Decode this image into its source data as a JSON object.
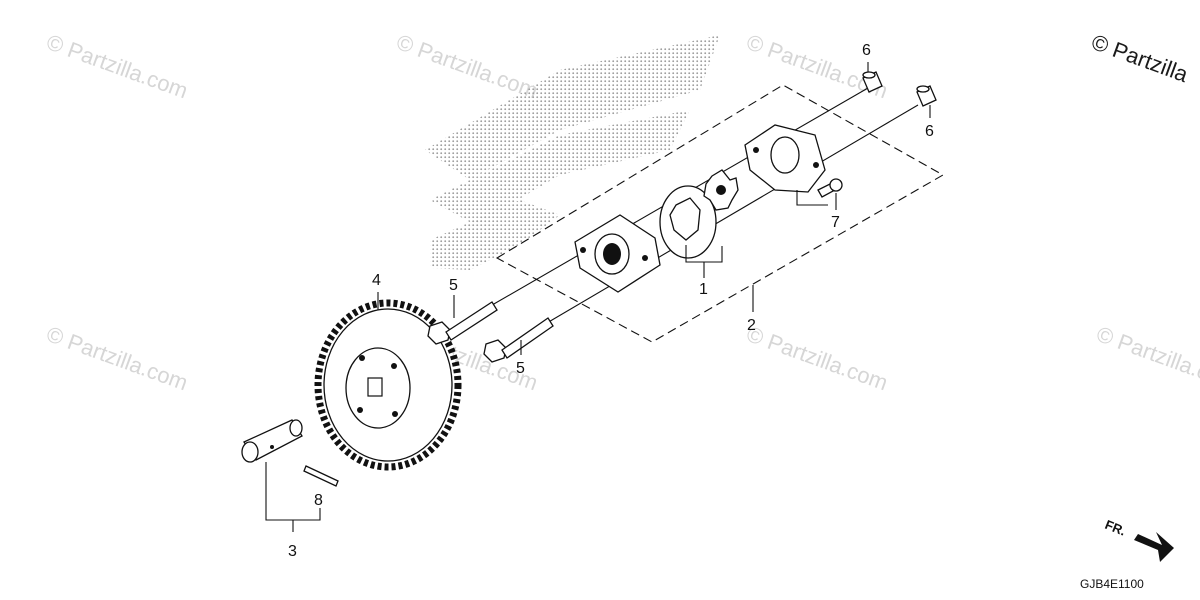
{
  "watermarks": [
    {
      "text": "© Partzilla.com"
    },
    {
      "text": "© Partzilla.com"
    },
    {
      "text": "© Partzilla.com"
    },
    {
      "text": "© Partzilla.com"
    },
    {
      "text": "© Partzilla.com"
    },
    {
      "text": "© Partzilla.com"
    },
    {
      "text": "© Partzilla.com"
    },
    {
      "text": "© Partzilla"
    }
  ],
  "callouts": [
    {
      "label": "1"
    },
    {
      "label": "2"
    },
    {
      "label": "3"
    },
    {
      "label": "4"
    },
    {
      "label": "5"
    },
    {
      "label": "5"
    },
    {
      "label": "6"
    },
    {
      "label": "6"
    },
    {
      "label": "7"
    },
    {
      "label": "8"
    }
  ],
  "direction_marker": {
    "label": "FR."
  },
  "diagram_code": "GJB4E1100",
  "colors": {
    "line": "#111111",
    "watermark": "#d6d6d6",
    "stipple": "#9a9a9a"
  }
}
